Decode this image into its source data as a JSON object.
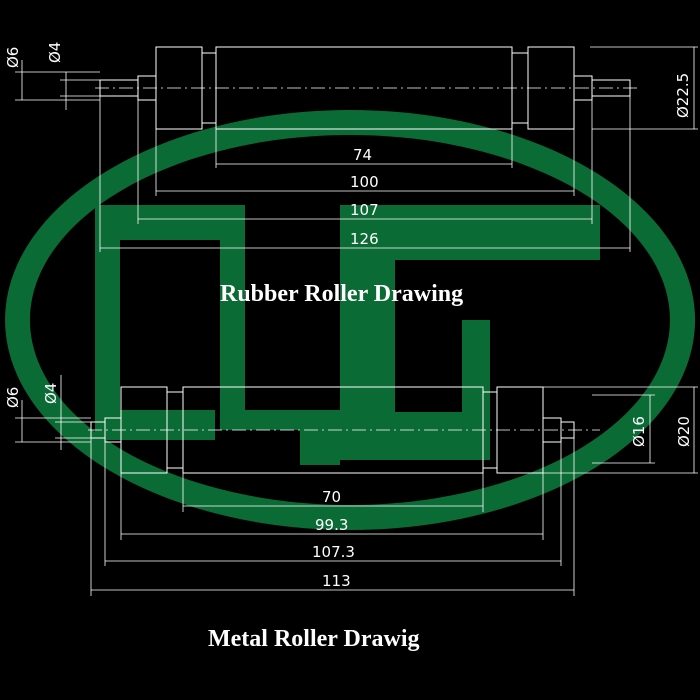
{
  "rubber": {
    "title": "Rubber Roller Drawing",
    "dim_shaft_dia": "Ø6",
    "dim_pin_dia": "Ø4",
    "dim_outer_dia": "Ø22.5",
    "dim_tube": "74",
    "dim_body": "100",
    "dim_overall_housing": "107",
    "dim_total": "126"
  },
  "metal": {
    "title": "Metal Roller Drawig",
    "dim_shaft_dia": "Ø6",
    "dim_pin_dia": "Ø4",
    "dim_inner_dia": "Ø16",
    "dim_outer_dia": "Ø20",
    "dim_tube": "70",
    "dim_body": "99.3",
    "dim_overall_housing": "107.3",
    "dim_total": "113"
  },
  "colors": {
    "background": "#000000",
    "lines": "#ffffff",
    "watermark": "#0b6b35"
  }
}
